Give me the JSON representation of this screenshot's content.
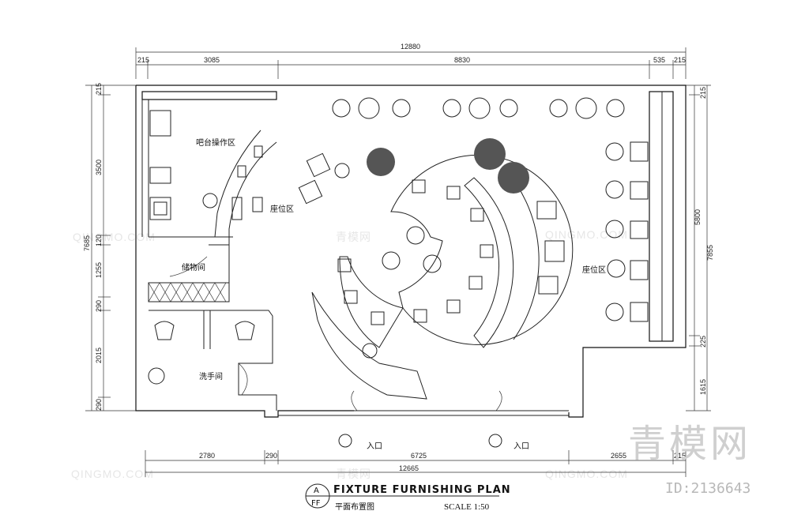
{
  "drawing": {
    "title": "FIXTURE FURNISHING PLAN",
    "subtitle": "平面布置图",
    "scale": "SCALE 1:50",
    "section_mark_top": "A",
    "section_mark_bottom": "FF"
  },
  "dimensions": {
    "top_total": "12880",
    "top_segments": [
      "215",
      "3085",
      "8830",
      "535",
      "215"
    ],
    "bottom_total": "12665",
    "bottom_segments": [
      "2780",
      "290",
      "6725",
      "2655",
      "215"
    ],
    "left_total": "7685",
    "left_segments": [
      "215",
      "3500",
      "120",
      "1255",
      "290",
      "2015",
      "290"
    ],
    "right_total": "7855",
    "right_segments": [
      "215",
      "5800",
      "225",
      "1615"
    ]
  },
  "rooms": {
    "bar": "吧台操作区",
    "seating_left": "座位区",
    "seating_right": "座位区",
    "storage": "储物间",
    "restroom": "洗手间",
    "entrance_1": "入口",
    "entrance_2": "入口"
  },
  "watermark": {
    "brand_cn": "青模网",
    "id": "ID:2136643",
    "ghost_text": "QINGMO.COM",
    "ghost_cn": "青模网"
  }
}
